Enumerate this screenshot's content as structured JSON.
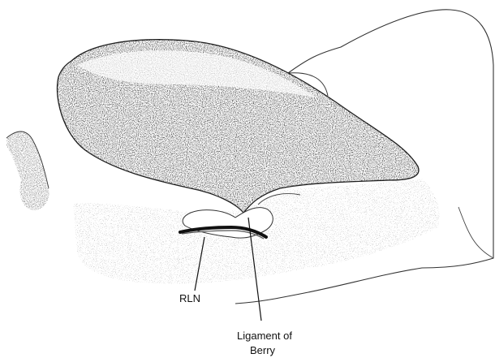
{
  "labels": {
    "rln": "RLN",
    "ligament_line1": "Ligament of",
    "ligament_line2": "Berry"
  }
}
